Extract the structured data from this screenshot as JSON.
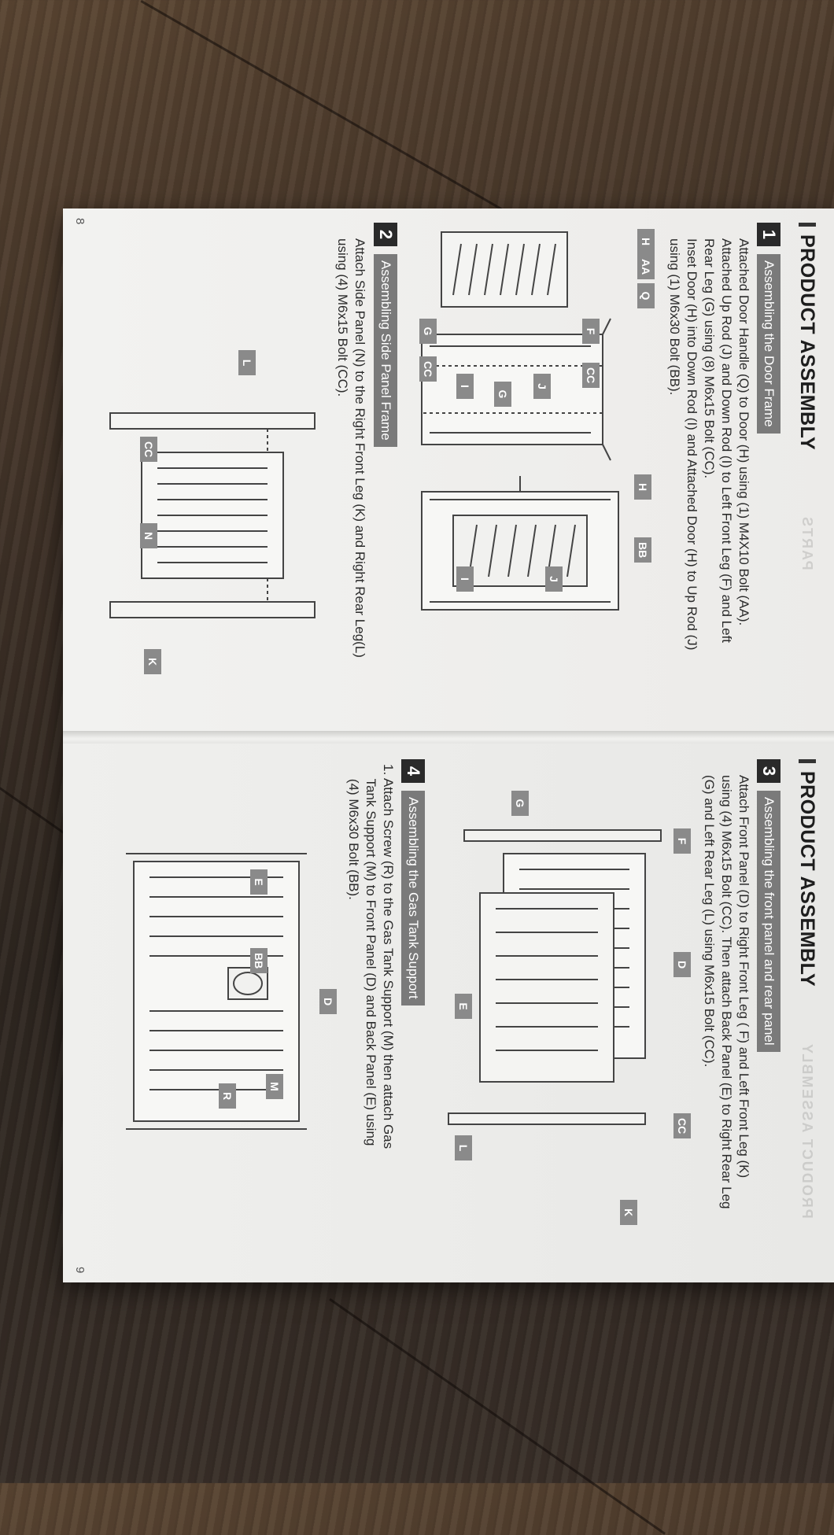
{
  "left_page": {
    "section_title": "PRODUCT ASSEMBLY",
    "ghost_text": "PARTS",
    "page_number": "8",
    "step1": {
      "number": "1",
      "heading": "Assembling the Door Frame",
      "lines": [
        "Attached Door Handle (Q) to Door (H) using (1) M4X10 Bolt (AA).",
        "Attached Up Rod (J) and Down Rod (I) to Left Front Leg (F) and Left",
        "Rear Leg (G) using  (8)  M6x15 Bolt (CC).",
        "Inset Door (H) into Down Rod (I) and Attached Door (H) to Up Rod (J)",
        "using (1) M6x30 Bolt (BB)."
      ],
      "labels": [
        "H",
        "AA",
        "Q",
        "F",
        "CC",
        "J",
        "G",
        "I",
        "G",
        "CC",
        "H",
        "BB",
        "J",
        "I"
      ]
    },
    "step2": {
      "number": "2",
      "heading": "Assembling Side Panel Frame",
      "lines": [
        "Attach Side Panel (N) to the Right Front Leg (K) and Right Rear Leg(L)",
        "using (4) M6x15 Bolt (CC)."
      ],
      "labels": [
        "L",
        "CC",
        "N",
        "K"
      ]
    }
  },
  "right_page": {
    "section_title": "PRODUCT ASSEMBLY",
    "ghost_text": "PRODUCT ASSEMBLY",
    "page_number": "9",
    "step3": {
      "number": "3",
      "heading": "Assembling the front panel and rear panel",
      "lines": [
        "Attach Front Panel (D) to Right Front Leg ( F) and Left Front Leg (K)",
        "using (4) M6x15 Bolt (CC). Then attach Back Panel (E) to Right Rear Leg",
        "(G) and Left Rear Leg (L) using M6x15 Bolt (CC)."
      ],
      "labels": [
        "F",
        "D",
        "CC",
        "K",
        "G",
        "E",
        "L"
      ]
    },
    "step4": {
      "number": "4",
      "heading": "Assembling the Gas Tank Support",
      "lines": [
        "1. Attach Screw (R) to the Gas Tank Support (M) then attach Gas",
        "    Tank Support (M) to Front Panel (D) and Back Panel (E) using",
        "    (4) M6x30 Bolt (BB)."
      ],
      "labels": [
        "D",
        "E",
        "BB",
        "M",
        "R"
      ]
    }
  },
  "colors": {
    "label_bg": "#8a8a8a",
    "step_bg": "#2a2a2a",
    "paper": "#efefed",
    "wood": "#3d3026"
  }
}
